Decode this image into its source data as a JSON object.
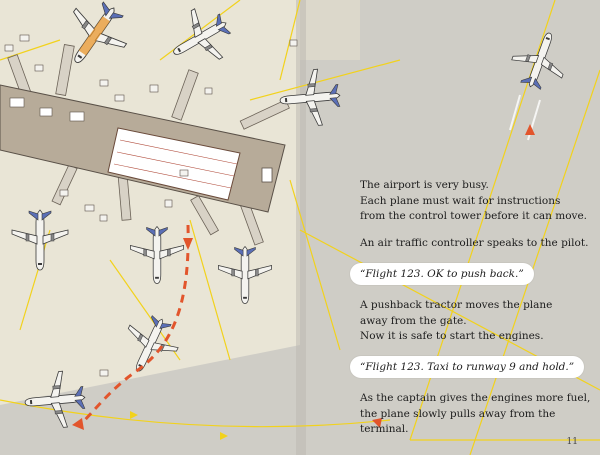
{
  "story": {
    "paragraph_1": [
      "The airport is very busy.",
      "Each plane must wait for instructions",
      "from the control tower before it can move."
    ],
    "paragraph_2": "An air traffic controller speaks to the pilot.",
    "speech_1": "“Flight 123. OK to push back.”",
    "paragraph_3": [
      "A pushback tractor moves the plane",
      "away from the gate.",
      "Now it is safe to start the engines."
    ],
    "speech_2": "“Flight 123. Taxi to runway 9 and hold.”",
    "paragraph_4": [
      "As the captain gives the engines more fuel,",
      "the plane slowly pulls away from the terminal."
    ]
  },
  "page_number": "11",
  "colors": {
    "tarmac": "#cfcdc6",
    "sunlight": "#e9e5d6",
    "terminal": "#b7ab99",
    "taxi_line": "#f2d21c",
    "route_arrow": "#e2552c",
    "plane_body": "#f4f3ef",
    "plane_tail_blue": "#5b6fb6",
    "plane_tail_orange": "#e8952c"
  },
  "icons": [
    "airplane-icon",
    "pushback-route-arrow-icon",
    "taxi-direction-arrow-icon"
  ]
}
